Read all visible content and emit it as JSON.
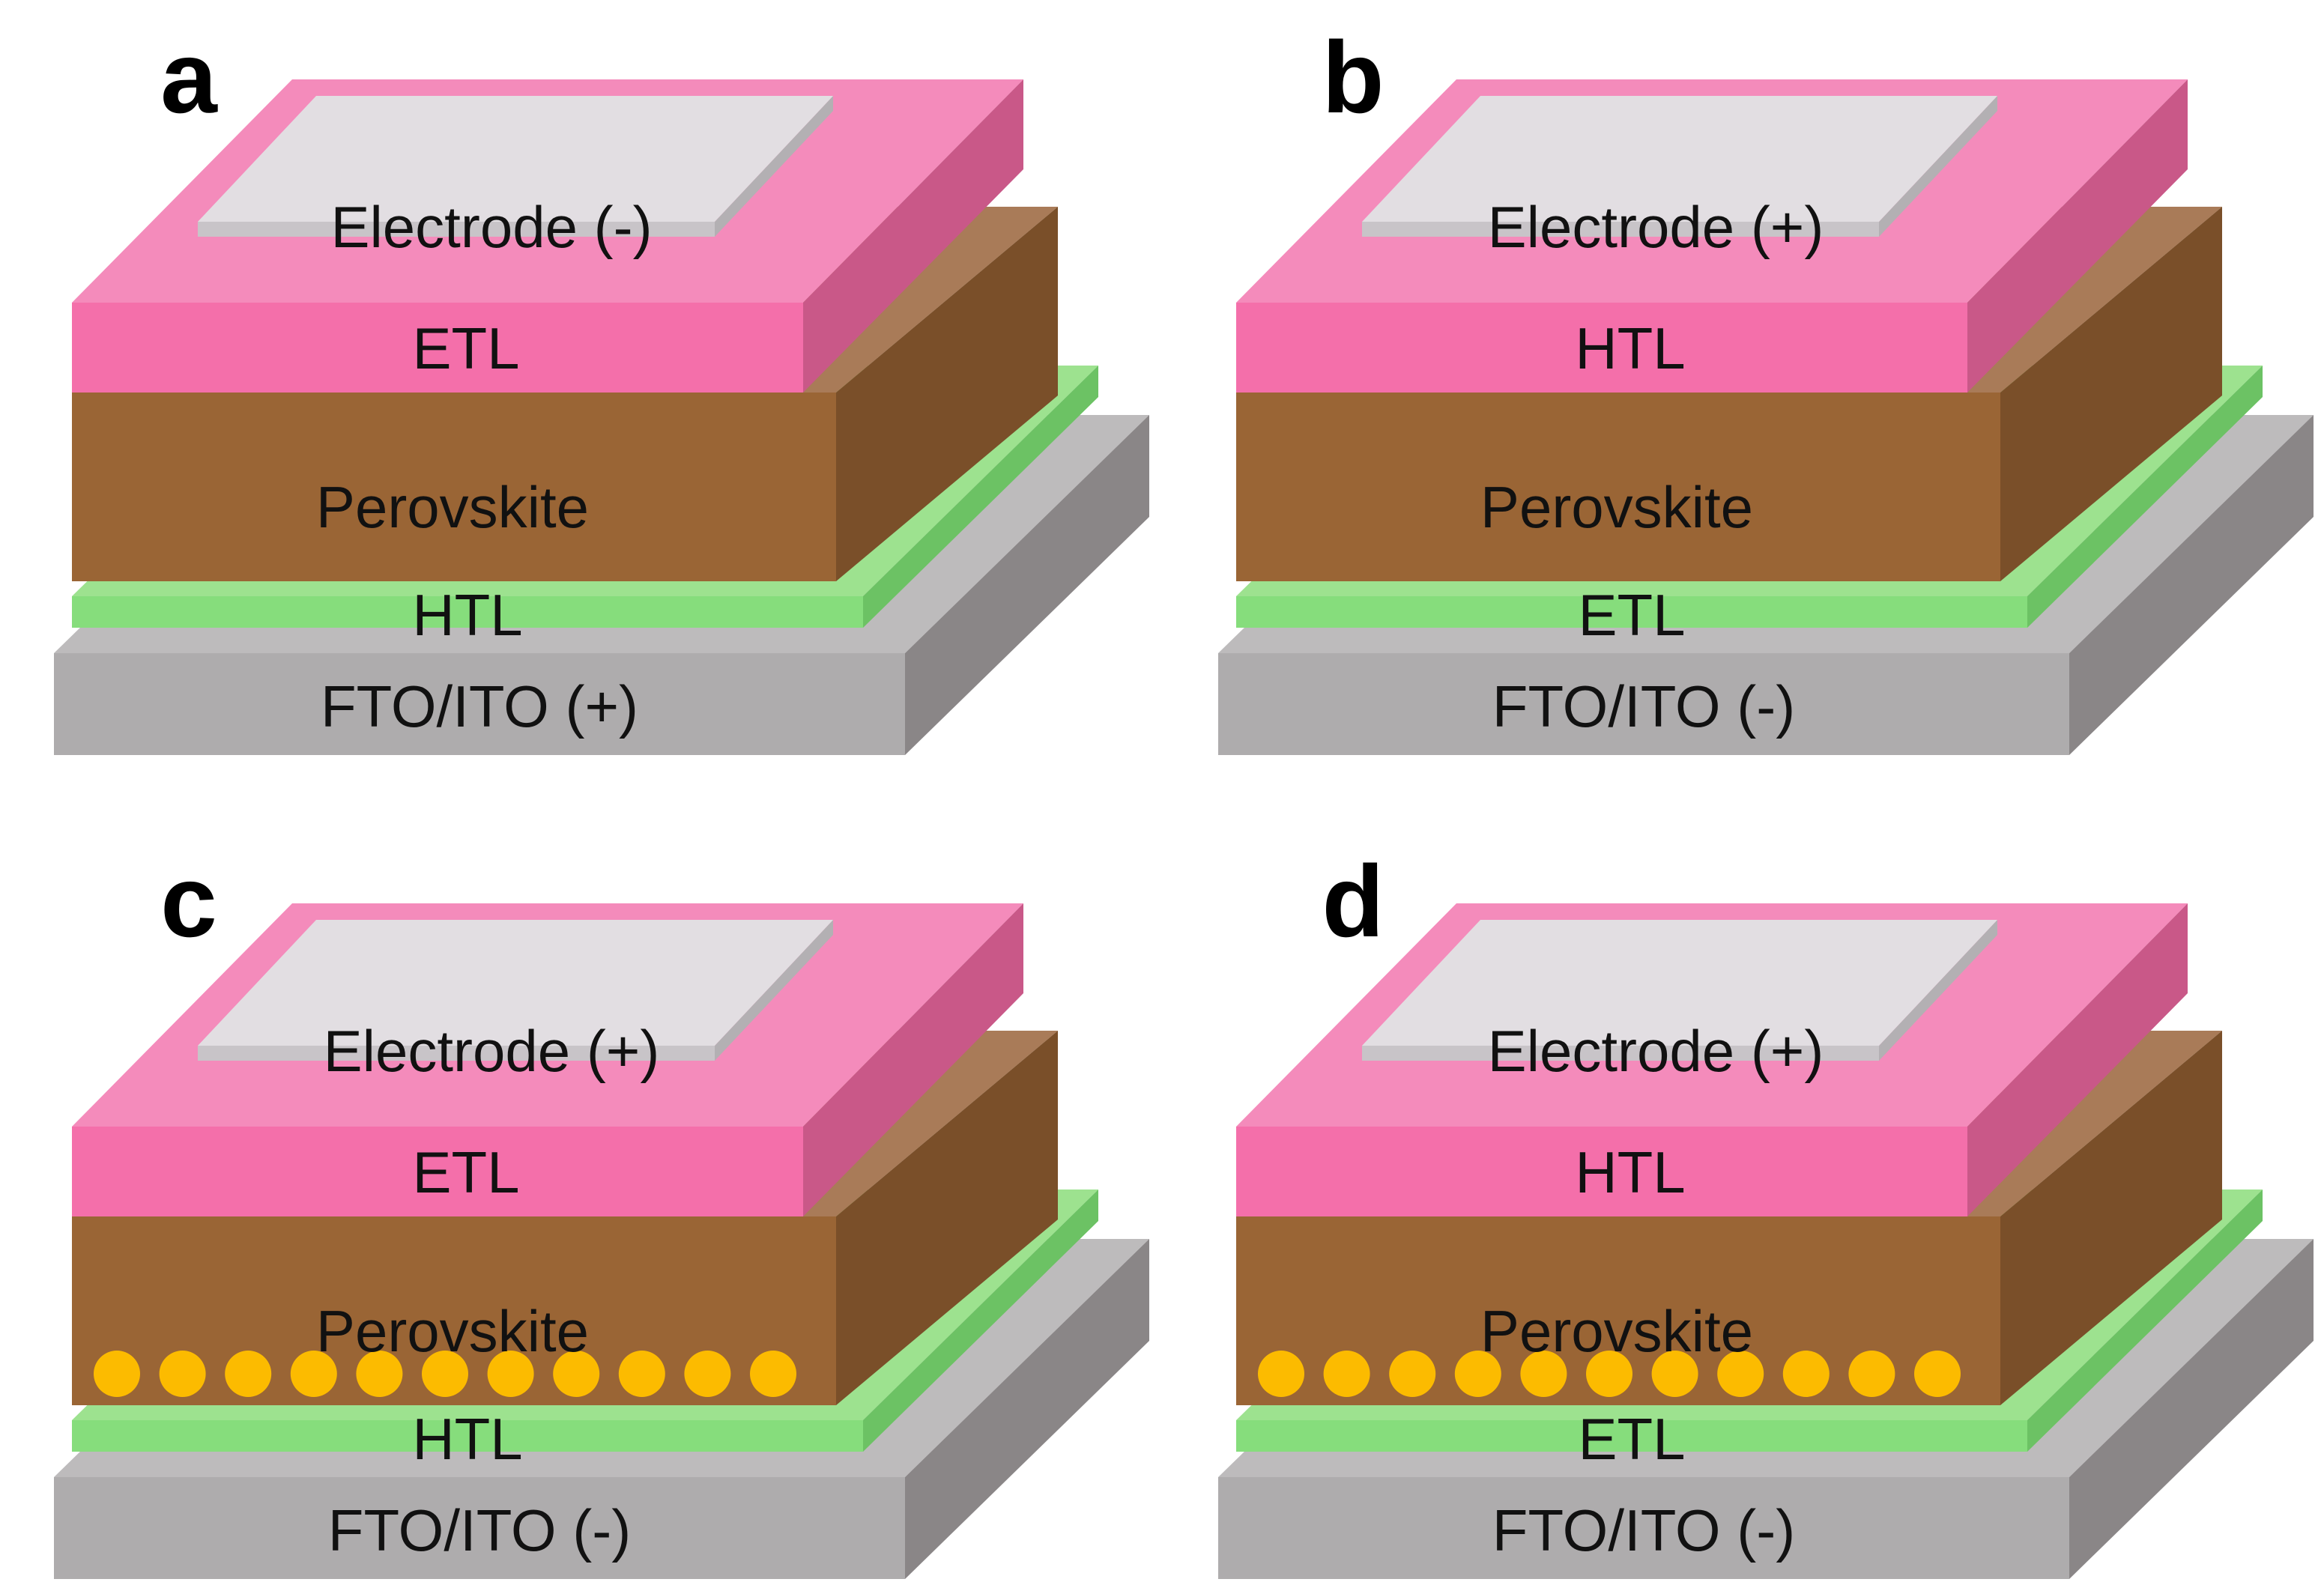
{
  "colors": {
    "electrode_top": "#e2dee2",
    "electrode_side": "#c8c4c8",
    "electrode_right": "#b3b0b3",
    "pink_top": "#f48bbb",
    "pink_front": "#f46faa",
    "pink_right": "#c95888",
    "brown_top": "#a97b58",
    "brown_front": "#9a6535",
    "brown_right": "#7a4f29",
    "green_top": "#9de28f",
    "green_front": "#86dd7c",
    "green_right": "#6cc264",
    "gray_top": "#bdbbbc",
    "gray_front": "#aeacad",
    "gray_right": "#8a8687",
    "nanoparticle": "#fcbb00",
    "label_text": "#111111"
  },
  "panels": [
    {
      "letter": "a",
      "electrode": "Electrode (-)",
      "top_layer": "ETL",
      "absorber": "Perovskite",
      "thin_layer": "HTL",
      "substrate": "FTO/ITO (+)",
      "nanoparticles": 0
    },
    {
      "letter": "b",
      "electrode": "Electrode (+)",
      "top_layer": "HTL",
      "absorber": "Perovskite",
      "thin_layer": "ETL",
      "substrate": "FTO/ITO (-)",
      "nanoparticles": 0
    },
    {
      "letter": "c",
      "electrode": "Electrode (+)",
      "top_layer": "ETL",
      "absorber": "Perovskite",
      "thin_layer": "HTL",
      "substrate": "FTO/ITO (-)",
      "nanoparticles": 11
    },
    {
      "letter": "d",
      "electrode": "Electrode (+)",
      "top_layer": "HTL",
      "absorber": "Perovskite",
      "thin_layer": "ETL",
      "substrate": "FTO/ITO (-)",
      "nanoparticles": 11
    }
  ]
}
